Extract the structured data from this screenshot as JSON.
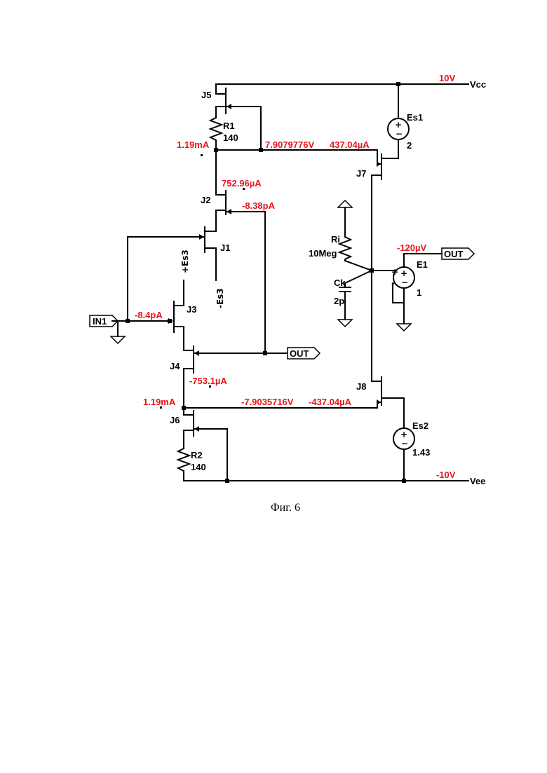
{
  "labels": {
    "j5": "J5",
    "r1": "R1",
    "r1_val": "140",
    "j2": "J2",
    "j1": "J1",
    "j3": "J3",
    "j4": "J4",
    "j6": "J6",
    "r2": "R2",
    "r2_val": "140",
    "j7": "J7",
    "j8": "J8",
    "es1": "Es1",
    "es1_val": "2",
    "es2": "Es2",
    "es2_val": "1.43",
    "ri": "Ri",
    "ri_val": "10Meg",
    "ck": "Ck",
    "ck_val": "2p",
    "e1": "E1",
    "e1_val": "1",
    "vcc": "Vcc",
    "vee": "Vee",
    "es3_pos": "+Es3",
    "es3_neg": "-Es3"
  },
  "values": {
    "vcc_v": "10V",
    "vee_v": "-10V",
    "i_r1": "1.19mA",
    "v_top": "7.9079776V",
    "i_j7": "437.04µA",
    "i_j2": "752.96µA",
    "i_j2g": "-8.38pA",
    "i_out": "-120µV",
    "i_in": "-8.4pA",
    "i_j4": "-753.1µA",
    "i_r2": "1.19mA",
    "v_bot": "-7.9035716V",
    "i_j8": "-437.04µA"
  },
  "ports": {
    "in1": "IN1",
    "out_mid": "OUT",
    "out_right": "OUT"
  },
  "caption": "Фиг. 6"
}
